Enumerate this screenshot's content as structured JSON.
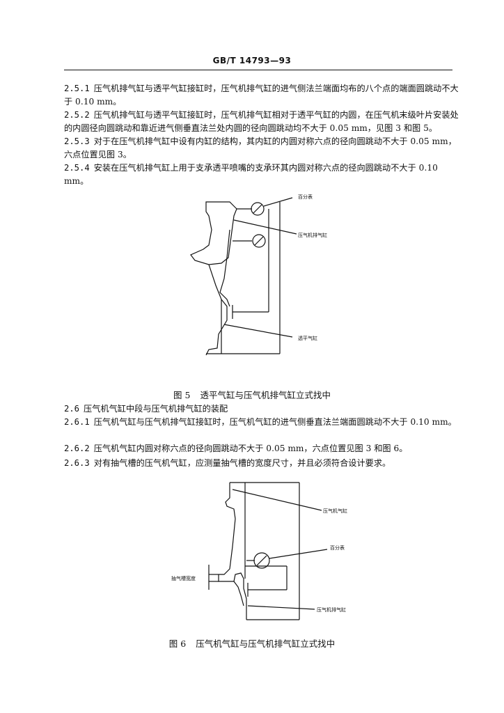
{
  "header": {
    "standard_no": "GB/T 14793—93"
  },
  "paragraphs": [
    {
      "num": "2.5.1",
      "text": "压气机排气缸与透平气缸接缸时，压气机排气缸的进气侧法兰端面均布的八个点的端面圆跳动不大于 0.10 mm。"
    },
    {
      "num": "2.5.2",
      "text": "压气机排气缸与透平气缸接缸时，压气机排气缸相对于透平气缸的内圆，在压气机末级叶片安装处的内圆径向圆跳动和靠近进气侧垂直法兰处内圆的径向圆跳动均不大于 0.05 mm，见图 3 和图 5。"
    },
    {
      "num": "2.5.3",
      "text": "对于在压气机排气缸中设有内缸的结构，其内缸的内圆对称六点的径向圆跳动不大于 0.05 mm，六点位置见图 3。"
    },
    {
      "num": "2.5.4",
      "text": "安装在压气机排气缸上用于支承透平喷嘴的支承环其内圆对称六点的径向圆跳动不大于 0.10 mm。"
    }
  ],
  "fig5": {
    "labels": {
      "dial_gauge": "百分表",
      "comp_exhaust": "压气机排气缸",
      "turbine": "透平气缸"
    },
    "caption_num": "图 5",
    "caption": "透平气缸与压气机排气缸立式找中"
  },
  "section26": {
    "heading_num": "2.6",
    "heading": "压气机气缸中段与压气机排气缸的装配",
    "paragraphs": [
      {
        "num": "2.6.1",
        "text": "压气机气缸与压气机排气缸接缸时，压气机气缸的进气侧垂直法兰端面圆跳动不大于 0.10 mm。"
      },
      {
        "num": "2.6.2",
        "text": "压气机气缸内圆对称六点的径向圆跳动不大于 0.05 mm，六点位置见图 3 和图 6。"
      },
      {
        "num": "2.6.3",
        "text": "对有抽气槽的压气机气缸，应测量抽气槽的宽度尺寸，并且必须符合设计要求。"
      }
    ]
  },
  "fig6": {
    "labels": {
      "comp_cyl": "压气机气缸",
      "dial_gauge": "百分表",
      "slot_width": "抽气槽宽度",
      "comp_exhaust": "压气机排气缸"
    },
    "caption_num": "图 6",
    "caption": "压气机气缸与压气机排气缸立式找中"
  }
}
